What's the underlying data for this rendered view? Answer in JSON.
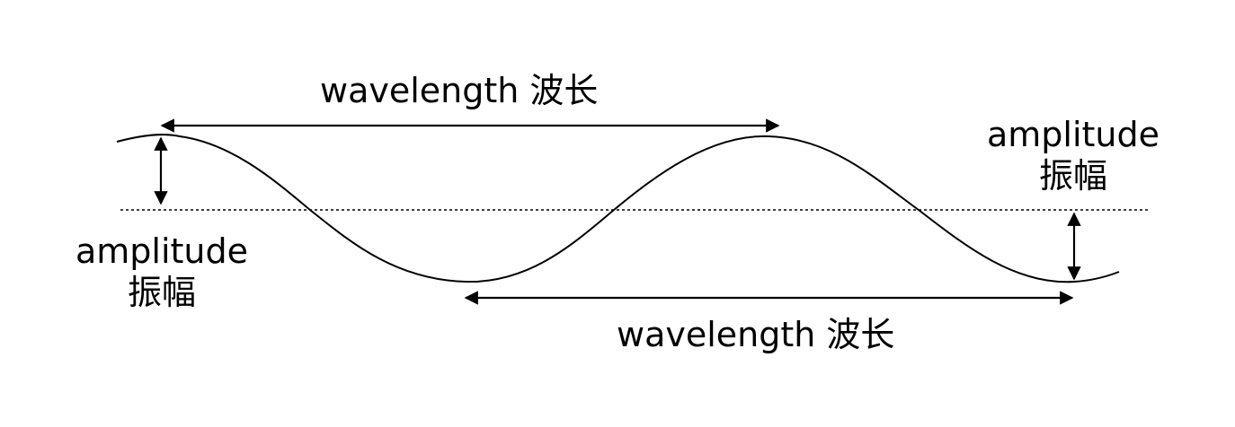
{
  "labels": {
    "wavelength_top": "wavelength 波长",
    "wavelength_bottom": "wavelength 波长",
    "amplitude_left_en": "amplitude",
    "amplitude_left_zh": "振幅",
    "amplitude_right_en": "amplitude",
    "amplitude_right_zh": "振幅"
  },
  "colors": {
    "stroke": "#000000",
    "background": "#ffffff"
  }
}
